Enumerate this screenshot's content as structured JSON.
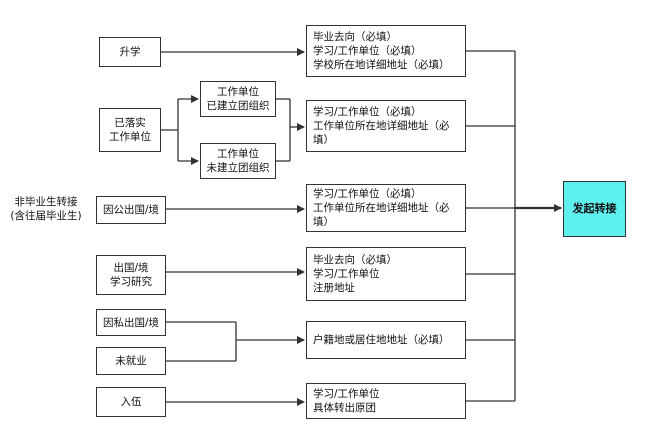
{
  "start_label": [
    "非毕业生转接",
    "(含往届毕业生)"
  ],
  "categories": {
    "shengxue": "升学",
    "yiluoshi": [
      "已落实",
      "工作单位"
    ],
    "jianli": [
      "工作单位",
      "已建立团组织"
    ],
    "weijian": [
      "工作单位",
      "未建立团组织"
    ],
    "gongpai": "因公出国/境",
    "chuguo": [
      "出国/境",
      "学习研究"
    ],
    "yinsi": "因私出国/境",
    "weijiuye": "未就业",
    "ruwu": "入伍"
  },
  "requirements": {
    "r1": [
      "毕业去向（必填）",
      "学习/工作单位（必填）",
      "学校所在地详细地址（必填）"
    ],
    "r2": [
      "学习/工作单位（必填）",
      "工作单位所在地详细地址（必填）"
    ],
    "r3": [
      "学习/工作单位（必填）",
      "工作单位所在地详细地址（必填）"
    ],
    "r4": [
      "毕业去向（必填）",
      "学习/工作单位",
      "注册地址"
    ],
    "r5": [
      "户籍地或居住地地址（必填）"
    ],
    "r6": [
      "学习/工作单位",
      "具体转出原团"
    ]
  },
  "final": "发起转接",
  "colors": {
    "final_fill": "#5ef0ee",
    "line": "#333333"
  }
}
